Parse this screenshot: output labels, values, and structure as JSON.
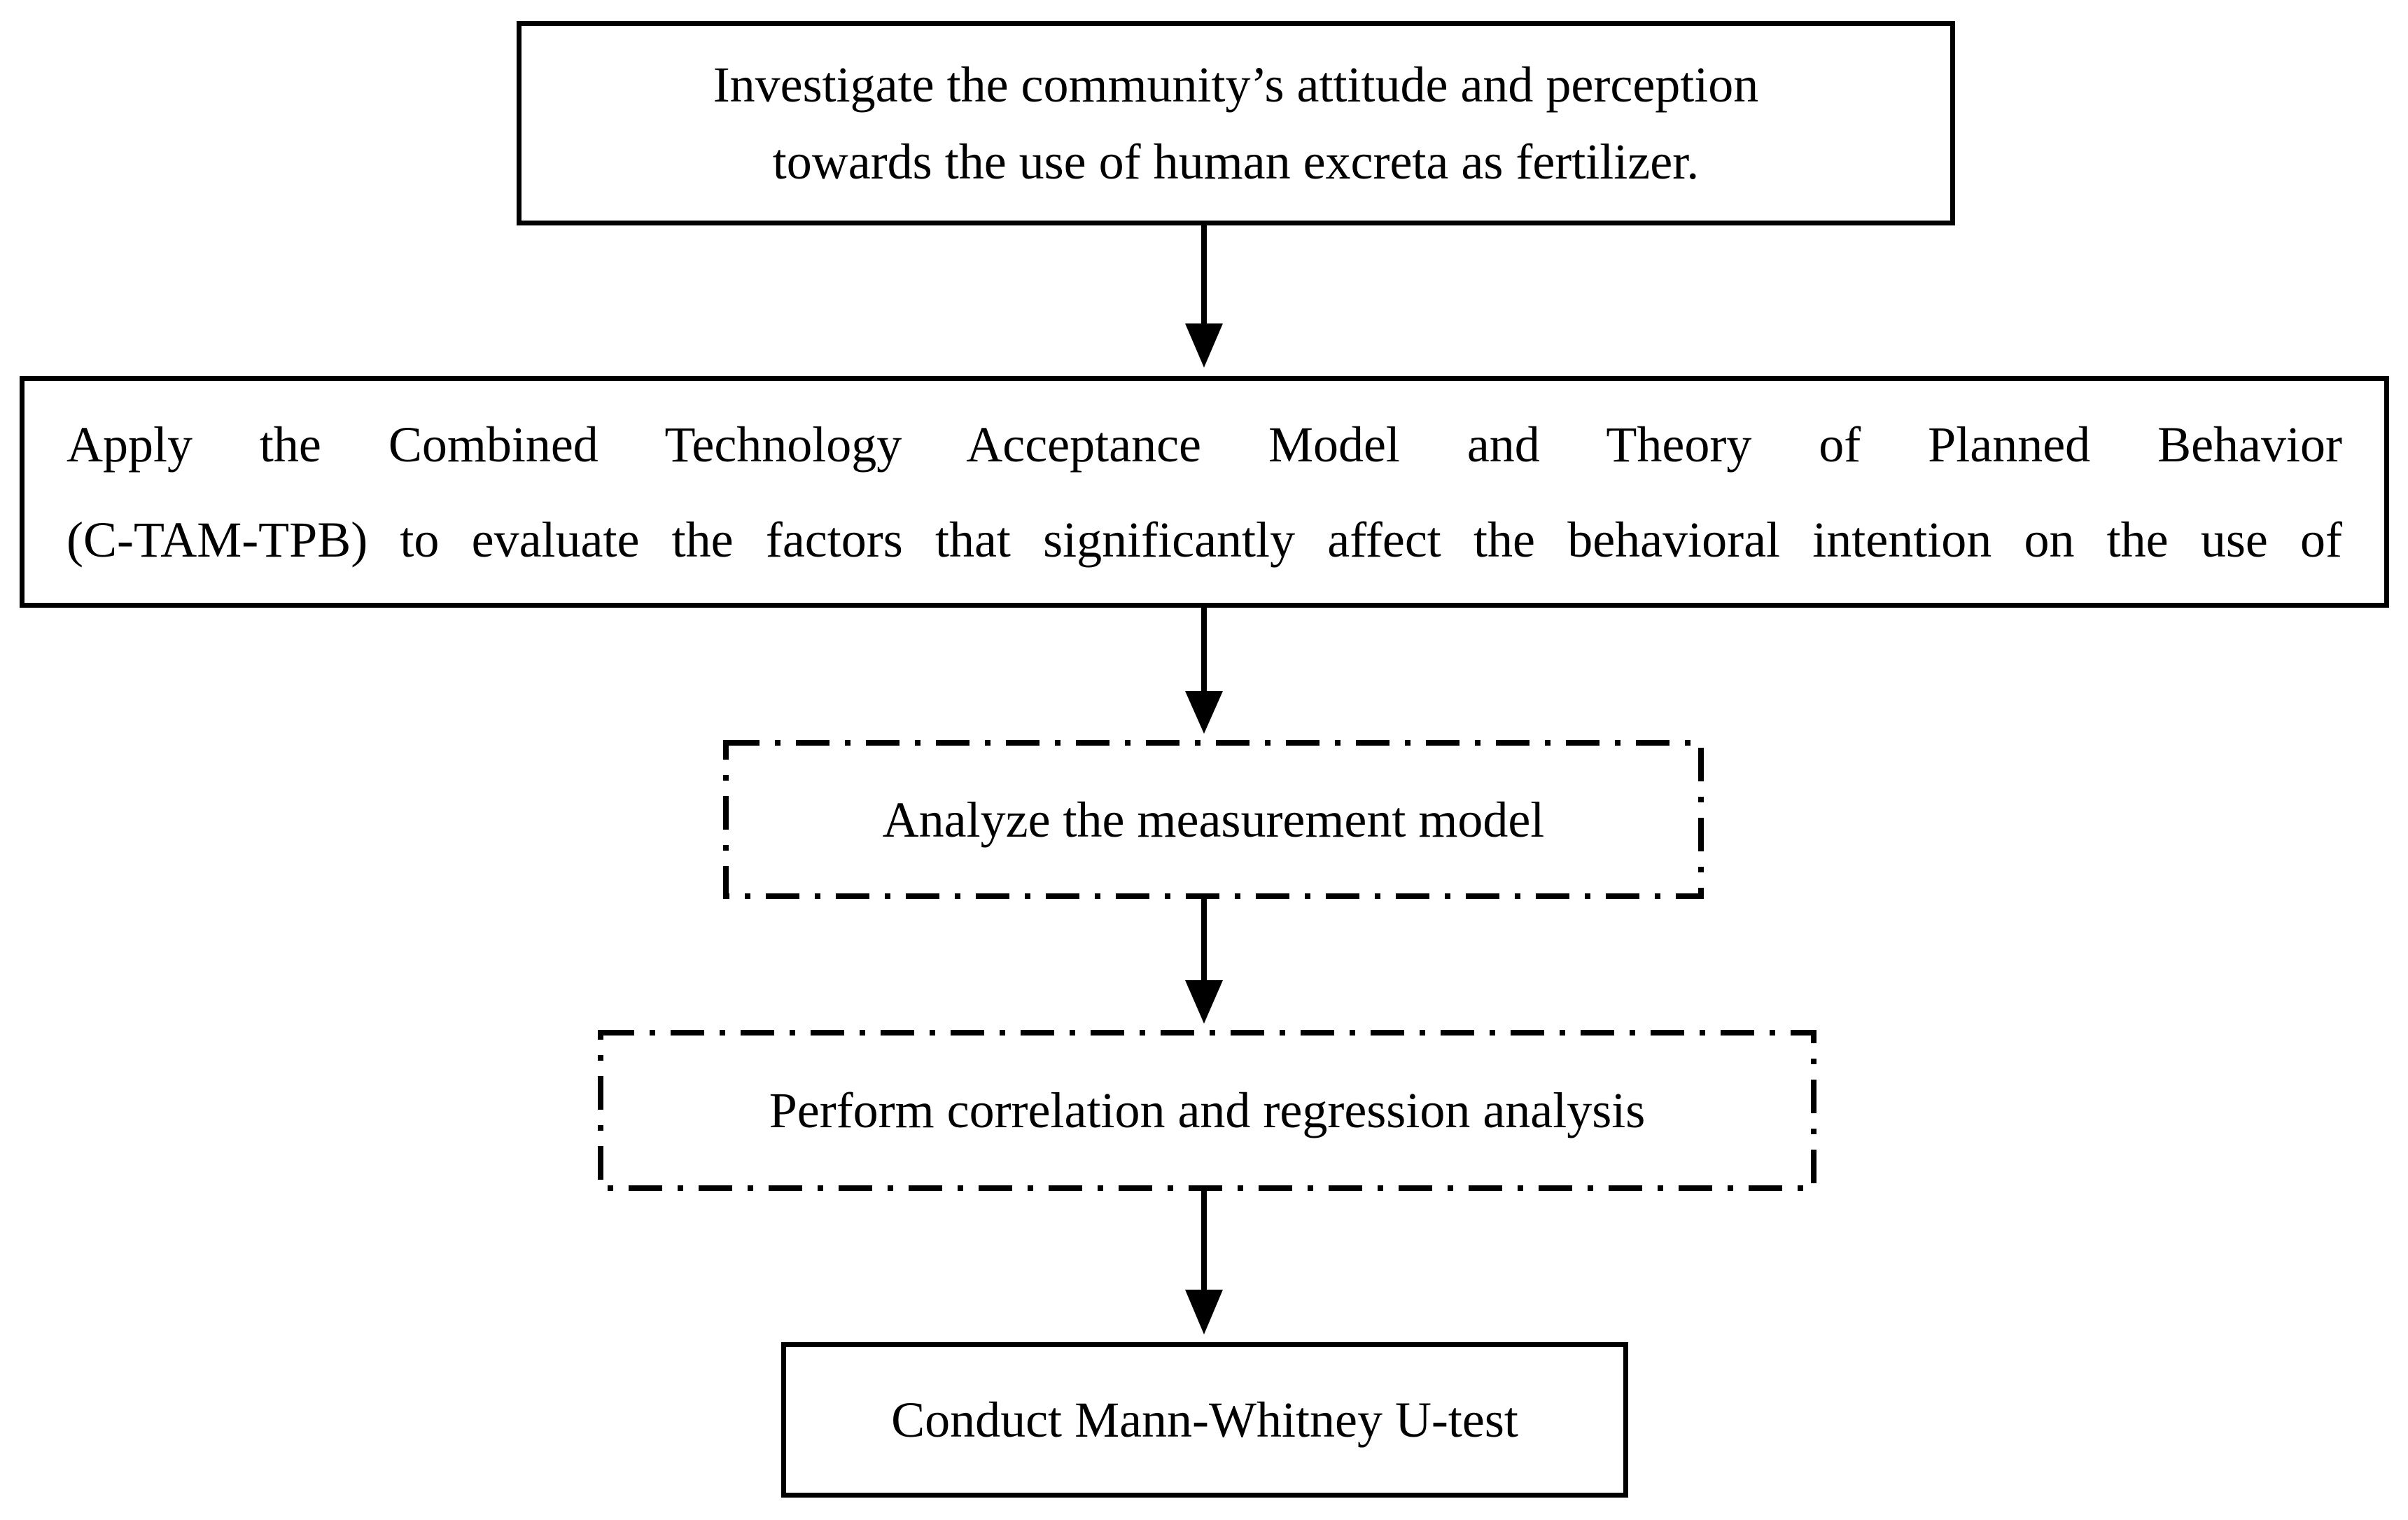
{
  "diagram": {
    "steps": [
      {
        "lines": [
          "Investigate the community’s attitude and perception",
          "towards the use of human excreta as fertilizer."
        ],
        "border": "solid"
      },
      {
        "lines": [
          "Apply the Combined Technology Acceptance Model and Theory of Planned Behavior",
          "(C-TAM-TPB) to evaluate the factors that significantly affect the behavioral intention on the use of"
        ],
        "border": "solid"
      },
      {
        "text": "Analyze the measurement model",
        "border": "dash-dot"
      },
      {
        "text": "Perform correlation and regression analysis",
        "border": "dash-dot"
      },
      {
        "text": "Conduct Mann-Whitney U-test",
        "border": "solid"
      }
    ],
    "colors": {
      "stroke": "#000000",
      "background": "#ffffff",
      "text": "#000000"
    }
  }
}
